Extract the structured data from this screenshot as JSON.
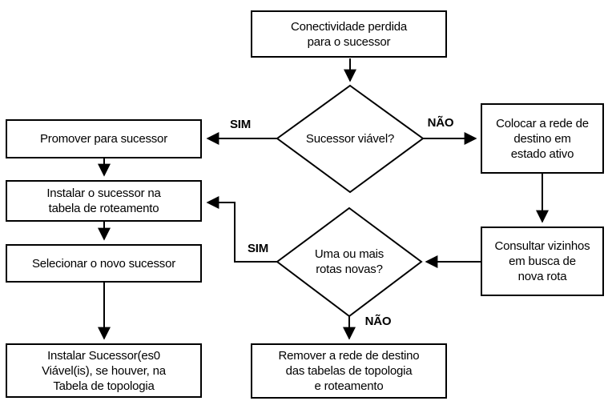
{
  "nodes": {
    "start": {
      "label": "Conectividade perdida\npara o sucessor"
    },
    "decision_successor": {
      "label": "Sucessor viável?"
    },
    "promote": {
      "label": "Promover para sucessor"
    },
    "active_state": {
      "label": "Colocar a rede de\ndestino em\nestado ativo"
    },
    "install_routing": {
      "label": "Instalar o sucessor na\ntabela de roteamento"
    },
    "select_new": {
      "label": "Selecionar o novo sucessor"
    },
    "query_neighbors": {
      "label": "Consultar vizinhos\nem busca de\nnova rota"
    },
    "decision_routes": {
      "label": "Uma ou mais\nrotas novas?"
    },
    "remove_network": {
      "label": "Remover a rede de destino\ndas tabelas de topologia\ne roteamento"
    },
    "install_topology": {
      "label": "Instalar Sucessor(es0\nViável(is), se houver, na\nTabela de topologia"
    }
  },
  "edge_labels": {
    "successor_yes": "SIM",
    "successor_no": "NÃO",
    "routes_yes": "SIM",
    "routes_no": "NÃO"
  },
  "colors": {
    "line": "#000000",
    "background": "#ffffff",
    "text": "#000000"
  }
}
